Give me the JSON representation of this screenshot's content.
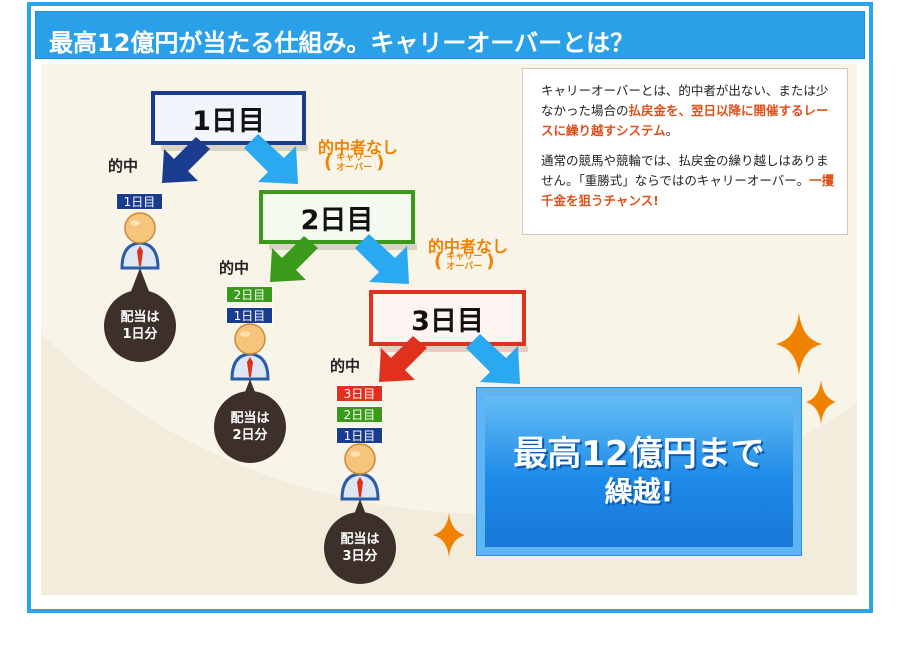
{
  "header": {
    "title": "最高12億円が当たる仕組み。キャリーオーバーとは？"
  },
  "days": [
    {
      "label": "1日目",
      "color": "#1a3c8f",
      "fill": "#f2f6fc"
    },
    {
      "label": "2日目",
      "color": "#3a9a1a",
      "fill": "#f4faf0"
    },
    {
      "label": "3日目",
      "color": "#e0301e",
      "fill": "#fdf4f2"
    }
  ],
  "branches": {
    "hit_label": "的中",
    "miss_label": "的中者なし",
    "carry_top": "キャリー",
    "carry_bottom": "オーバー",
    "paren_open": "(",
    "paren_close": ")"
  },
  "winners": [
    {
      "tags": [
        "1日目"
      ],
      "payout_line1": "配当は",
      "payout_line2": "1日分"
    },
    {
      "tags": [
        "2日目",
        "1日目"
      ],
      "payout_line1": "配当は",
      "payout_line2": "2日分"
    },
    {
      "tags": [
        "3日目",
        "2日目",
        "1日目"
      ],
      "payout_line1": "配当は",
      "payout_line2": "3日分"
    }
  ],
  "info": {
    "p1_a": "キャリーオーバーとは、的中者が出ない、または少なかった場合の",
    "p1_hl": "払戻金を、翌日以降に開催するレースに繰り越すシステム",
    "p1_b": "。",
    "p2_a": "通常の競馬や競輪では、払戻金の繰り越しはありません。「重勝式」ならではのキャリーオーバー。",
    "p2_hl": "一攫千金を狙うチャンス!"
  },
  "result": {
    "line1": "最高12億円まで",
    "line2": "繰越!"
  },
  "colors": {
    "accent": "#2aa0e8",
    "arrow_blue": "#2aa8f0",
    "navy": "#1a3c8f",
    "green": "#3a9a1a",
    "red": "#e0301e",
    "orange": "#f08200",
    "badge": "#3d302a"
  }
}
